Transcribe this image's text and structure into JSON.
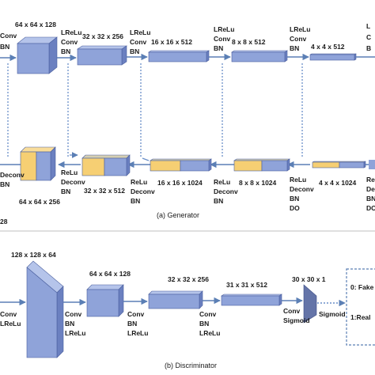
{
  "generator": {
    "caption": "(a) Generator",
    "encoder_dims": [
      "64 x 64 x 128",
      "32 x 32 x 256",
      "16 x 16 x 512",
      "8 x 8 x 512",
      "4 x 4 x 512"
    ],
    "encoder_ops": [
      [
        "Conv",
        "BN"
      ],
      [
        "LReLu",
        "Conv",
        "BN"
      ],
      [
        "LReLu",
        "Conv",
        "BN"
      ],
      [
        "LReLu",
        "Conv",
        "BN"
      ],
      [
        "LReLu",
        "Conv",
        "BN"
      ],
      [
        "L",
        "C",
        "B"
      ]
    ],
    "decoder_dims": [
      "64 x 64 x 256",
      "32 x 32 x 512",
      "16 x 16 x 1024",
      "8 x 8 x 1024",
      "4 x 4 x 1024"
    ],
    "decoder_ops": [
      [
        "Deconv",
        "BN"
      ],
      [
        "ReLu",
        "Deconv",
        "BN"
      ],
      [
        "ReLu",
        "Deconv",
        "BN"
      ],
      [
        "ReLu",
        "Deconv",
        "BN"
      ],
      [
        "ReLu",
        "Deconv",
        "BN",
        "DO"
      ],
      [
        "Re",
        "De",
        "BN",
        "DO"
      ]
    ],
    "left_edge_text": "28"
  },
  "discriminator": {
    "caption": "(b) Discriminator",
    "dims": [
      "128 x 128 x 64",
      "64 x 64 x 128",
      "32 x 32 x 256",
      "31 x 31 x 512",
      "30 x 30 x 1"
    ],
    "ops": [
      [
        "Conv",
        "LReLu"
      ],
      [
        "Conv",
        "BN",
        "LReLu"
      ],
      [
        "Conv",
        "BN",
        "LReLu"
      ],
      [
        "Conv",
        "BN",
        "LReLu"
      ],
      [
        "Conv",
        "Sigmoid"
      ]
    ],
    "sigmoid_label": "Sigmoid",
    "outputs": [
      "0: Fake",
      "1:Real"
    ]
  },
  "colors": {
    "block_front": "#8fa3d9",
    "block_top": "#b5c4ea",
    "block_side": "#6b80c0",
    "skip_yellow": "#f6cf73",
    "arrow": "#5b7fb5",
    "dotted": "#6a8fc8"
  }
}
